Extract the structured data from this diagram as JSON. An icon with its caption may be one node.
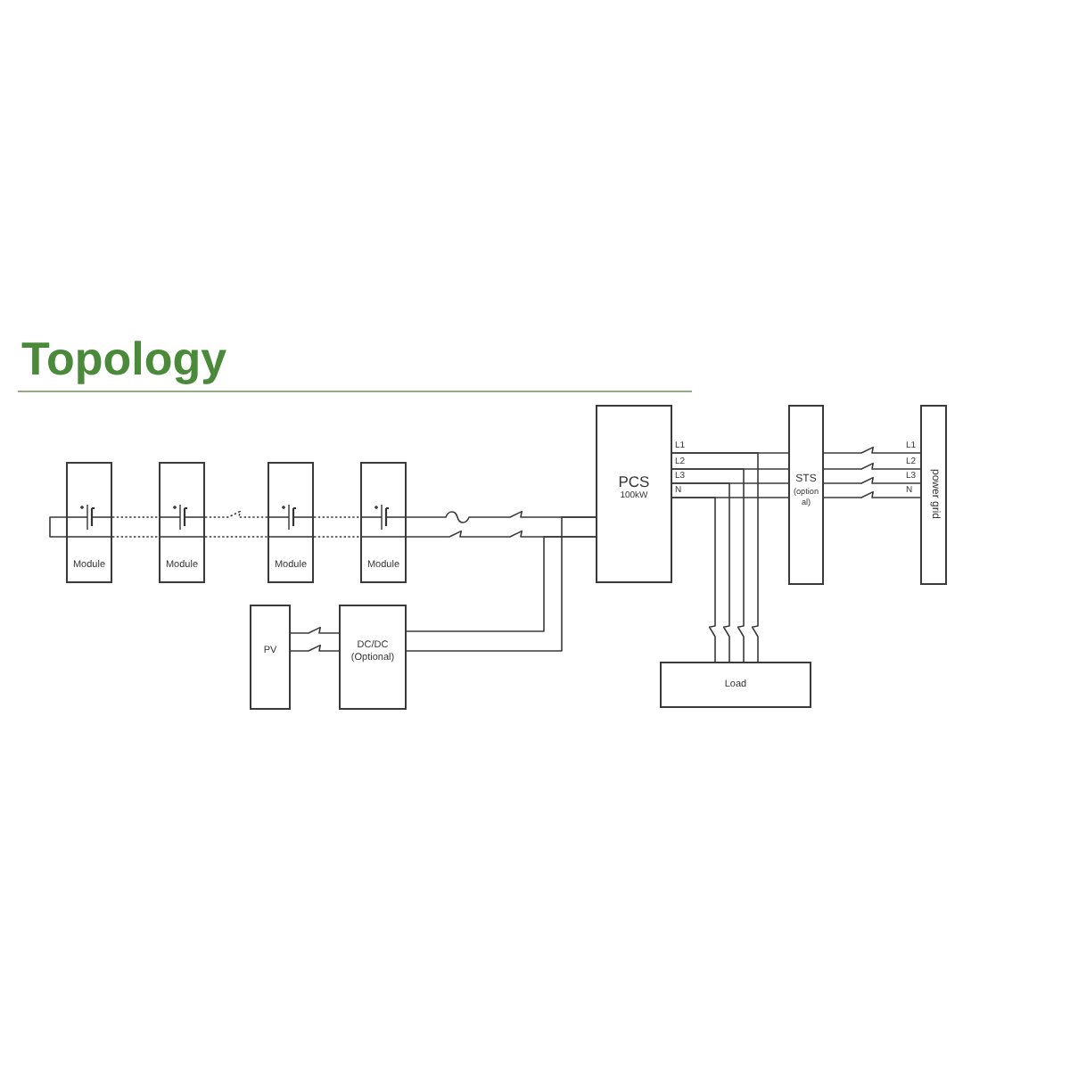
{
  "diagram": {
    "title": "Topology",
    "nodes": [
      {
        "text": [
          "Module"
        ]
      },
      {
        "text": [
          "Module"
        ]
      },
      {
        "text": [
          "Module"
        ]
      },
      {
        "text": [
          "Module"
        ]
      },
      {
        "text": [
          "PCS",
          "100kW"
        ]
      },
      {
        "text": [
          "STS",
          "(option al)"
        ]
      },
      {
        "text": [
          "power grid"
        ]
      },
      {
        "text": [
          "PV"
        ]
      },
      {
        "text": [
          "DC/DC (Optional)"
        ]
      },
      {
        "text": [
          "Load"
        ]
      }
    ],
    "edges": [
      {
        "from": 0,
        "to": 0,
        "arrow": "none"
      },
      {
        "from": 0,
        "to": 1,
        "arrow": "none",
        "style": "dashed"
      },
      {
        "from": 0,
        "to": 1,
        "arrow": "none",
        "style": "dashed"
      },
      {
        "from": 1,
        "to": 2,
        "arrow": "none",
        "style": "dashed"
      },
      {
        "from": 1,
        "to": 2,
        "arrow": "none",
        "style": "dashed"
      },
      {
        "from": 2,
        "to": 3,
        "arrow": "none",
        "style": "dashed"
      },
      {
        "from": 2,
        "to": 3,
        "arrow": "none",
        "style": "dashed"
      },
      {
        "from": 3,
        "to": 4,
        "arrow": "none"
      },
      {
        "from": 3,
        "to": 4,
        "arrow": "none"
      },
      {
        "from": 8,
        "to": 4,
        "arrow": "none"
      },
      {
        "from": 8,
        "to": 4,
        "arrow": "none"
      },
      {
        "from": 7,
        "to": 8,
        "arrow": "none"
      },
      {
        "from": 7,
        "to": 8,
        "arrow": "none"
      },
      {
        "from": 4,
        "to": 5,
        "arrow": "none",
        "label": "L1"
      },
      {
        "from": 4,
        "to": 5,
        "arrow": "none",
        "label": "L2"
      },
      {
        "from": 4,
        "to": 5,
        "arrow": "none",
        "label": "L3"
      },
      {
        "from": 4,
        "to": 5,
        "arrow": "none",
        "label": "N"
      },
      {
        "from": 4,
        "to": 9,
        "arrow": "none"
      },
      {
        "from": 4,
        "to": 9,
        "arrow": "none"
      },
      {
        "from": 4,
        "to": 9,
        "arrow": "none"
      },
      {
        "from": 4,
        "to": 9,
        "arrow": "none"
      },
      {
        "from": 5,
        "to": 6,
        "arrow": "none",
        "label": "L1"
      },
      {
        "from": 5,
        "to": 6,
        "arrow": "none",
        "label": "L2"
      },
      {
        "from": 5,
        "to": 6,
        "arrow": "none",
        "label": "L3"
      },
      {
        "from": 5,
        "to": 6,
        "arrow": "none",
        "label": "N"
      }
    ]
  }
}
